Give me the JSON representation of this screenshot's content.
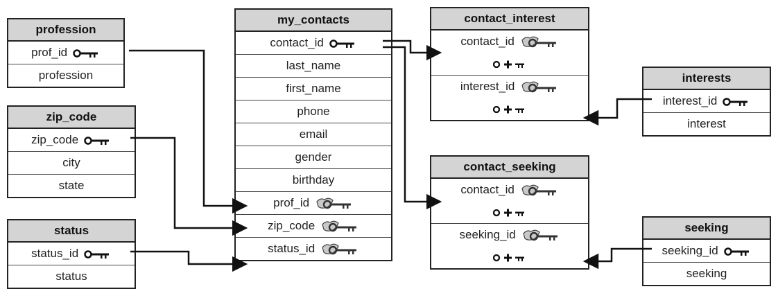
{
  "tables": {
    "profession": {
      "title": "profession",
      "pk": "prof_id",
      "fields": [
        "profession"
      ]
    },
    "zip_code": {
      "title": "zip_code",
      "pk": "zip_code",
      "fields": [
        "city",
        "state"
      ]
    },
    "status": {
      "title": "status",
      "pk": "status_id",
      "fields": [
        "status"
      ]
    },
    "my_contacts": {
      "title": "my_contacts",
      "pk": "contact_id",
      "fields": [
        "last_name",
        "first_name",
        "phone",
        "email",
        "gender",
        "birthday"
      ],
      "fks": [
        "prof_id",
        "zip_code",
        "status_id"
      ]
    },
    "contact_interest": {
      "title": "contact_interest",
      "fks": [
        "contact_id",
        "interest_id"
      ]
    },
    "contact_seeking": {
      "title": "contact_seeking",
      "fks": [
        "contact_id",
        "seeking_id"
      ]
    },
    "interests": {
      "title": "interests",
      "pk": "interest_id",
      "fields": [
        "interest"
      ]
    },
    "seeking": {
      "title": "seeking",
      "pk": "seeking_id",
      "fields": [
        "seeking"
      ]
    }
  },
  "icons": {
    "primary_key": "key-icon",
    "foreign_key": "foreign-key-icon",
    "composite_key": "composite-key-icon",
    "relationship_arrow": "arrow-icon"
  },
  "colors": {
    "header_bg": "#d4d4d4",
    "line": "#111111"
  }
}
